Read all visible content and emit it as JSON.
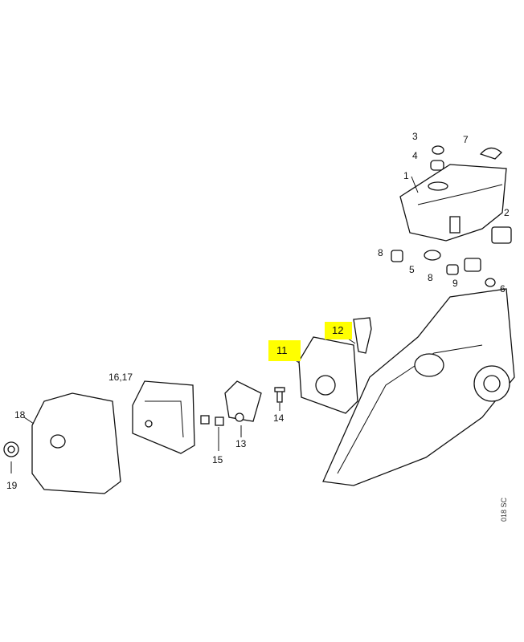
{
  "diagram": {
    "type": "exploded parts diagram",
    "callouts": [
      {
        "id": "1",
        "text": "1"
      },
      {
        "id": "2",
        "text": "2"
      },
      {
        "id": "3",
        "text": "3"
      },
      {
        "id": "4",
        "text": "4"
      },
      {
        "id": "5",
        "text": "5"
      },
      {
        "id": "6",
        "text": "6"
      },
      {
        "id": "7",
        "text": "7"
      },
      {
        "id": "8a",
        "text": "8"
      },
      {
        "id": "8b",
        "text": "8"
      },
      {
        "id": "9",
        "text": "9"
      },
      {
        "id": "11",
        "text": "11",
        "highlighted": true
      },
      {
        "id": "12",
        "text": "12",
        "highlighted": true
      },
      {
        "id": "13",
        "text": "13"
      },
      {
        "id": "14",
        "text": "14"
      },
      {
        "id": "15",
        "text": "15"
      },
      {
        "id": "16_17",
        "text": "16,17"
      },
      {
        "id": "18",
        "text": "18"
      },
      {
        "id": "19",
        "text": "19"
      }
    ],
    "highlight_color": "#ffff00",
    "drawing_code": "018 SC"
  }
}
